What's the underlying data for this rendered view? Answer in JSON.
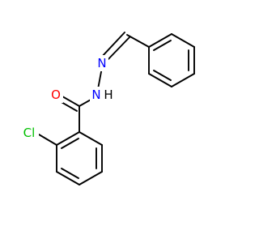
{
  "molecule": {
    "atom_labels": {
      "oxygen": "O",
      "nitrogen_imine": "N",
      "nitrogen_amide": "N",
      "nh_hydrogen": "H",
      "chlorine": "Cl"
    },
    "colors": {
      "bond": "#000000",
      "oxygen": "#ff0000",
      "nitrogen": "#0000ff",
      "chlorine": "#00c000",
      "hydrogen": "#000000"
    }
  }
}
